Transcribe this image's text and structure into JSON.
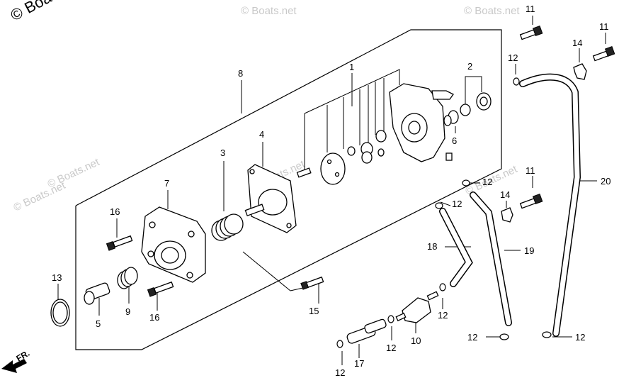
{
  "copyright": "© Boats.net",
  "watermarks": [
    "© Boats.net",
    "© Boats.net",
    "© Boats.net",
    "© Boats.net",
    "© Boats.net",
    "© Boats.net"
  ],
  "direction_label": "FR.",
  "parts": [
    {
      "id": "label-1",
      "text": "1"
    },
    {
      "id": "label-2",
      "text": "2"
    },
    {
      "id": "label-3",
      "text": "3"
    },
    {
      "id": "label-4",
      "text": "4"
    },
    {
      "id": "label-5",
      "text": "5"
    },
    {
      "id": "label-6",
      "text": "6"
    },
    {
      "id": "label-7",
      "text": "7"
    },
    {
      "id": "label-8",
      "text": "8"
    },
    {
      "id": "label-9",
      "text": "9"
    },
    {
      "id": "label-10",
      "text": "10"
    },
    {
      "id": "label-11a",
      "text": "11"
    },
    {
      "id": "label-11b",
      "text": "11"
    },
    {
      "id": "label-11c",
      "text": "11"
    },
    {
      "id": "label-12a",
      "text": "12"
    },
    {
      "id": "label-12b",
      "text": "12"
    },
    {
      "id": "label-12c",
      "text": "12"
    },
    {
      "id": "label-12d",
      "text": "12"
    },
    {
      "id": "label-12e",
      "text": "12"
    },
    {
      "id": "label-12f",
      "text": "12"
    },
    {
      "id": "label-12g",
      "text": "12"
    },
    {
      "id": "label-12h",
      "text": "12"
    },
    {
      "id": "label-13",
      "text": "13"
    },
    {
      "id": "label-14a",
      "text": "14"
    },
    {
      "id": "label-14b",
      "text": "14"
    },
    {
      "id": "label-15",
      "text": "15"
    },
    {
      "id": "label-16a",
      "text": "16"
    },
    {
      "id": "label-16b",
      "text": "16"
    },
    {
      "id": "label-17",
      "text": "17"
    },
    {
      "id": "label-18",
      "text": "18"
    },
    {
      "id": "label-19",
      "text": "19"
    },
    {
      "id": "label-20",
      "text": "20"
    }
  ]
}
